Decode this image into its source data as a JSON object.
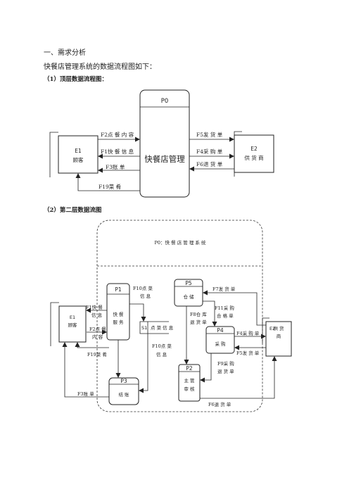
{
  "section_title": "一、需求分析",
  "intro": "快餐店管理系统的数据流程图如下：",
  "top_level": {
    "subtitle": "（1）顶层数据流程图：",
    "process_id": "P0",
    "process_name": "快餐店管理",
    "e1_id": "E1",
    "e1_name": "顾客",
    "e2_id": "E2",
    "e2_name": "供 货 商",
    "flows": {
      "f2": "F2点 餐 内 容",
      "f1": "F1快 餐 信 息",
      "f3": "F3账 单",
      "f19": "F19菜 肴",
      "f5": "F5发 货 单",
      "f4": "F4采 购 单",
      "f6": "F6退 货 单"
    }
  },
  "second_level": {
    "subtitle": "（2）第二层数据流图",
    "boundary_title": "P0：快 餐 店 管 理 系 统",
    "p1_id": "P1",
    "p1_name_a": "快 餐",
    "p1_name_b": "服 务",
    "p2_id": "P2",
    "p2_name_a": "主 管",
    "p2_name_b": "审 核",
    "p3_id": "P3",
    "p3_name": "结 账",
    "p4_id": "P4",
    "p4_name": "采 购",
    "p5_id": "P5",
    "p5_name": "仓 储",
    "s1_id": "S1",
    "s1_name": "点 菜 信 息",
    "e1_id": "E1",
    "e1_name": "顾客",
    "e2_id": "E2",
    "e2_name_a": "供 货",
    "e2_name_b": "商",
    "flows": {
      "f1_a": "F1快 餐",
      "f1_b": "信 息",
      "f2_a": "F2点 餐",
      "f2_b": "内 容",
      "f19": "F19菜 肴",
      "f3": "F3账 单",
      "f10_top_a": "F10点 菜",
      "f10_top_b": "信 息",
      "f10_bot_a": "F10点 菜",
      "f10_bot_b": "信 息",
      "f7": "F7发 货 单",
      "f8_a": "F8仓 库",
      "f8_b": "退 货 单",
      "f11_a": "F11采 购",
      "f11_b": "合 格 单",
      "f4": "F4采 购 单",
      "f5": "F5发 货 单",
      "f9_a": "F9采 购",
      "f9_b": "退 货 单",
      "f6": "F6退 货 单"
    }
  }
}
